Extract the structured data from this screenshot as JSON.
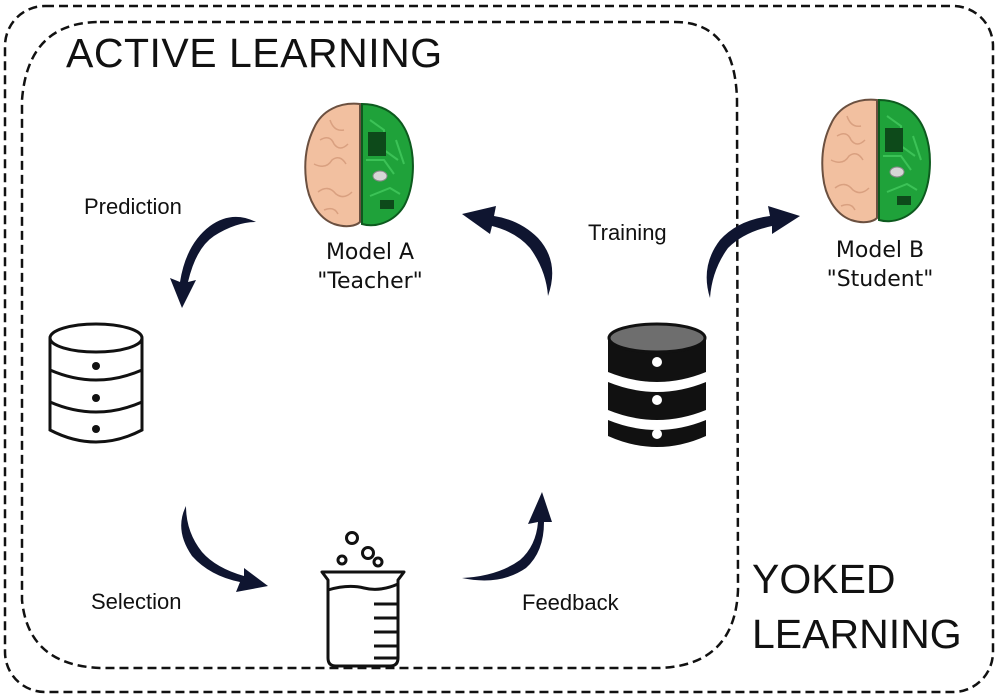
{
  "groups": {
    "active_learning": {
      "title": "ACTIVE LEARNING"
    },
    "yoked_learning": {
      "title_line1": "YOKED",
      "title_line2": "LEARNING"
    }
  },
  "steps": {
    "prediction": "Prediction",
    "training": "Training",
    "selection": "Selection",
    "feedback": "Feedback"
  },
  "models": {
    "model_a": {
      "name": "Model A",
      "role": "\"Teacher\"",
      "icon": "brain-circuit-icon"
    },
    "model_b": {
      "name": "Model B",
      "role": "\"Student\"",
      "icon": "brain-circuit-icon"
    }
  },
  "nodes": {
    "unlabeled_pool": {
      "icon": "database-outline-icon"
    },
    "labeled_pool": {
      "icon": "database-filled-icon"
    },
    "oracle": {
      "icon": "beaker-icon"
    }
  },
  "colors": {
    "arrow": "#0f1530",
    "brain_left": "#f2c0a0",
    "brain_right": "#1fa23a",
    "chip": "#0d4a1a",
    "line": "#111111"
  }
}
